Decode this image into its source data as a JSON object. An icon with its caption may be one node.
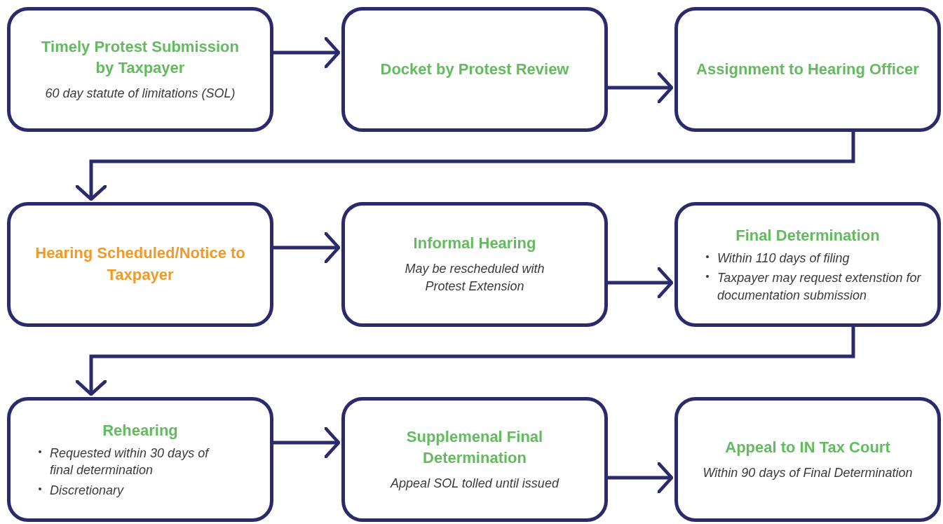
{
  "diagram": {
    "nodes": [
      {
        "text": [
          "Timely Protest Submission by Taxpayer",
          "60 day statute of limitations (SOL)"
        ]
      },
      {
        "text": [
          "Docket by Protest Review"
        ]
      },
      {
        "text": [
          "Assignment to Hearing Officer"
        ]
      },
      {
        "text": [
          "Hearing Scheduled/Notice to Taxpayer"
        ]
      },
      {
        "text": [
          "Informal Hearing",
          "May be rescheduled with Protest Extension"
        ]
      },
      {
        "text": [
          "Final Determination",
          "Within 110 days of filing",
          "Taxpayer may request extenstion for documentation submission"
        ]
      },
      {
        "text": [
          "Rehearing",
          "Requested within 30 days of final determination",
          "Discretionary"
        ]
      },
      {
        "text": [
          "Supplemenal Final Determination",
          "Appeal SOL tolled until issued"
        ]
      },
      {
        "text": [
          "Appeal to IN Tax Court",
          "Within 90 days of Final Determination"
        ]
      }
    ],
    "edges": [
      {
        "from": 0,
        "to": 1,
        "arrow": "to"
      },
      {
        "from": 1,
        "to": 2,
        "arrow": "to"
      },
      {
        "from": 2,
        "to": 3,
        "arrow": "to"
      },
      {
        "from": 3,
        "to": 4,
        "arrow": "to"
      },
      {
        "from": 4,
        "to": 5,
        "arrow": "to"
      },
      {
        "from": 5,
        "to": 6,
        "arrow": "to"
      },
      {
        "from": 6,
        "to": 7,
        "arrow": "to"
      },
      {
        "from": 7,
        "to": 8,
        "arrow": "to"
      }
    ]
  }
}
